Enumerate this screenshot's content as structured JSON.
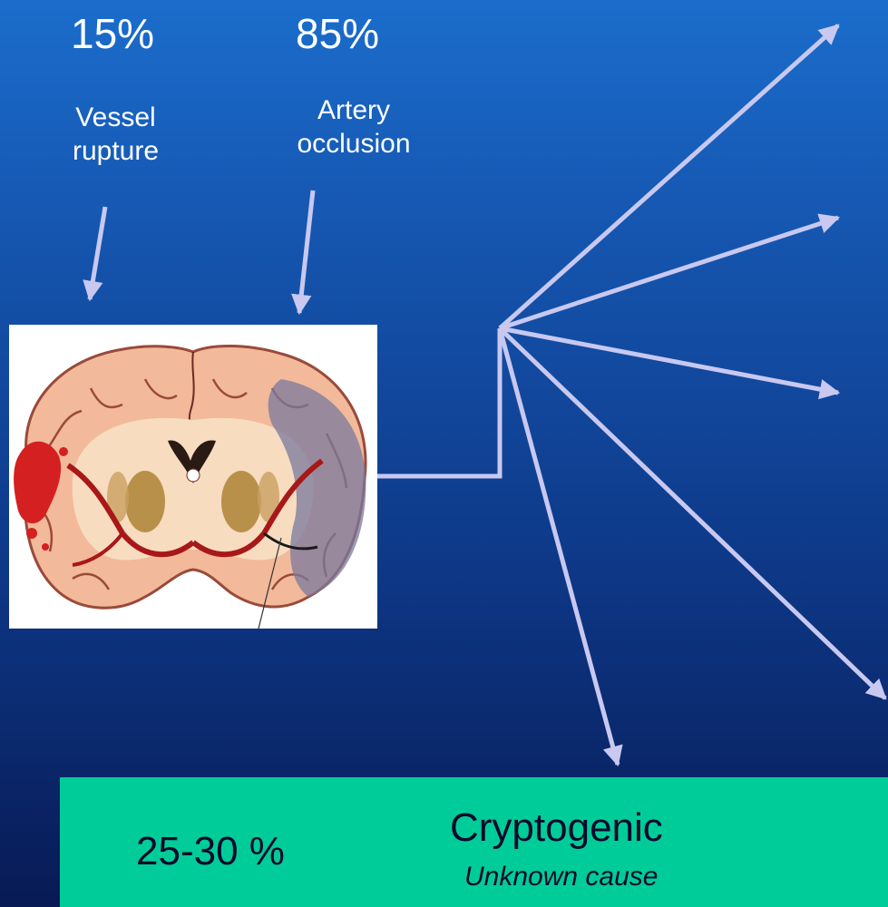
{
  "hemorrhagic": {
    "percent": "15%",
    "label_line1": "Vessel",
    "label_line2": "rupture"
  },
  "ischemic": {
    "percent": "85%",
    "label_line1": "Artery",
    "label_line2": "occlusion"
  },
  "brain_illustration": {
    "description_icon": "brain-coronal-section-icon"
  },
  "cryptogenic": {
    "percent": "25-30 %",
    "title": "Cryptogenic",
    "subtitle": "Unknown cause"
  },
  "colors": {
    "background_top": "#1b6dcc",
    "background_bottom": "#081a55",
    "arrow": "#c8c8f0",
    "cryptogenic_box": "#00cc99",
    "blood": "#d42020",
    "ischemic_area": "#7a7a9e"
  }
}
